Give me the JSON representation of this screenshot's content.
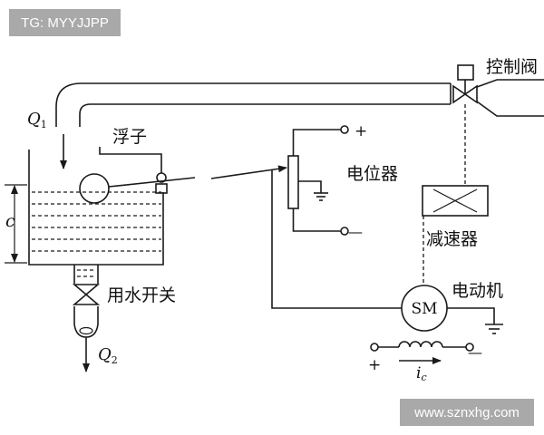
{
  "watermarks": {
    "top_left": "TG: MYYJJPP",
    "bottom_right": "www.sznxhg.com"
  },
  "labels": {
    "inflow": {
      "main": "Q",
      "sub": "1"
    },
    "outflow": {
      "main": "Q",
      "sub": "2"
    },
    "float": "浮子",
    "control_valve": "控制阀",
    "potentiometer": "电位器",
    "reducer": "减速器",
    "water_switch": "用水开关",
    "motor": "电动机",
    "motor_symbol": "SM",
    "level": "c",
    "pot_plus": "+",
    "pot_minus": "—",
    "field_plus": "+",
    "field_minus": "—",
    "field_current": {
      "main": "i",
      "sub": "c"
    }
  },
  "colors": {
    "line": "#1a1a1a",
    "watermark_bg": "#a9a9a9",
    "watermark_text": "#ffffff"
  }
}
